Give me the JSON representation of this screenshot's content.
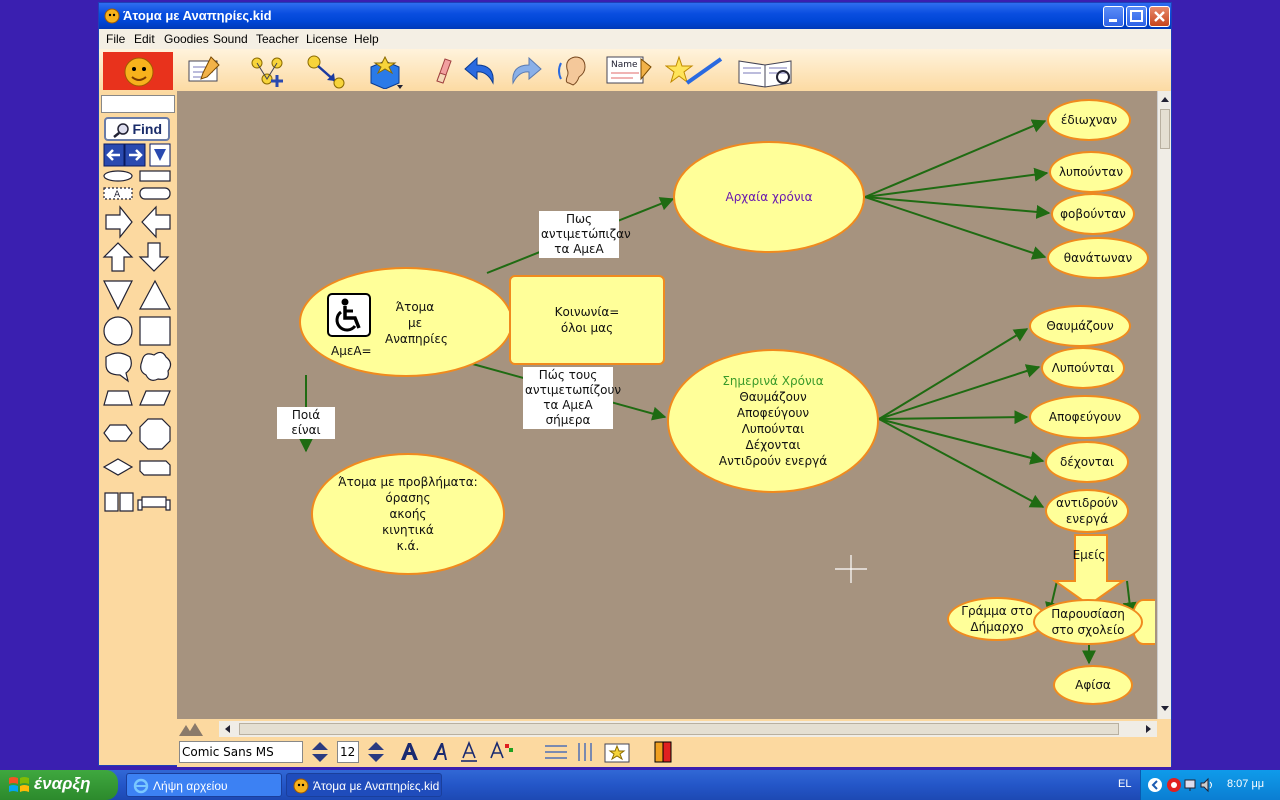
{
  "window": {
    "title": "Άτομα με Αναπηρίες.kid"
  },
  "menu": [
    "File",
    "Edit",
    "Goodies",
    "Sound",
    "Teacher",
    "License",
    "Help"
  ],
  "palette": {
    "find_label": "Find",
    "search_value": ""
  },
  "nodes": {
    "amea": {
      "title_lines": [
        "Άτομα",
        "με",
        "Αναπηρίες"
      ],
      "prefix": "ΑμεΑ="
    },
    "koinonia": {
      "lines": [
        "Κοινωνία=",
        "όλοι μας"
      ]
    },
    "archaia": {
      "text": "Αρχαία χρόνια",
      "color": "#6a1bb0"
    },
    "simerina": {
      "title": "Σημερινά Χρόνια",
      "title_color": "#3a9a2a",
      "lines": [
        "Θαυμάζουν",
        "Αποφεύγουν",
        "Λυπούνται",
        "Δέχονται",
        "Αντιδρούν ενεργά"
      ]
    },
    "provlimata": {
      "lines": [
        "Άτομα με προβλήματα:",
        "όρασης",
        "ακοής",
        "κινητικά",
        "κ.ά."
      ]
    },
    "ediochnan": "έδιωχναν",
    "lypountan": "λυπούνταν",
    "foboundan": "φοβούνταν",
    "thanatonan": "θανάτωναν",
    "thavmazoun": "Θαυμάζουν",
    "lypountai": "Λυπούνται",
    "apofevgoun": "Αποφεύγουν",
    "dechontai": "δέχονται",
    "antidroun": [
      "αντιδρούν",
      "ενεργά"
    ],
    "gramma": [
      "Γράμμα στο",
      "Δήμαρχο"
    ],
    "parousiasi": [
      "Παρουσίαση",
      "στο σχολείο"
    ],
    "afisa": "Αφίσα"
  },
  "labels": {
    "pos_antimetopizan": [
      "Πως",
      "αντιμετώπιζαν",
      "τα ΑμεΑ"
    ],
    "pos_simera": [
      "Πώς τους",
      "αντιμετωπίζουν",
      "τα ΑμεΑ σήμερα"
    ],
    "poia_einai": "Ποιά είναι",
    "emeis": "Εμείς"
  },
  "formatbar": {
    "font_name": "Comic Sans MS",
    "font_size": "12"
  },
  "taskbar": {
    "start_label": "έναρξη",
    "tasks": [
      "Λήψη αρχείου",
      "Άτομα με Αναπηρίες.kid"
    ],
    "lang": "EL",
    "clock": "8:07 μμ"
  },
  "colors": {
    "node_fill": "#ffff99",
    "node_border": "#f08a1e",
    "arrow": "#1f6b12",
    "canvas": "#a6937f"
  }
}
